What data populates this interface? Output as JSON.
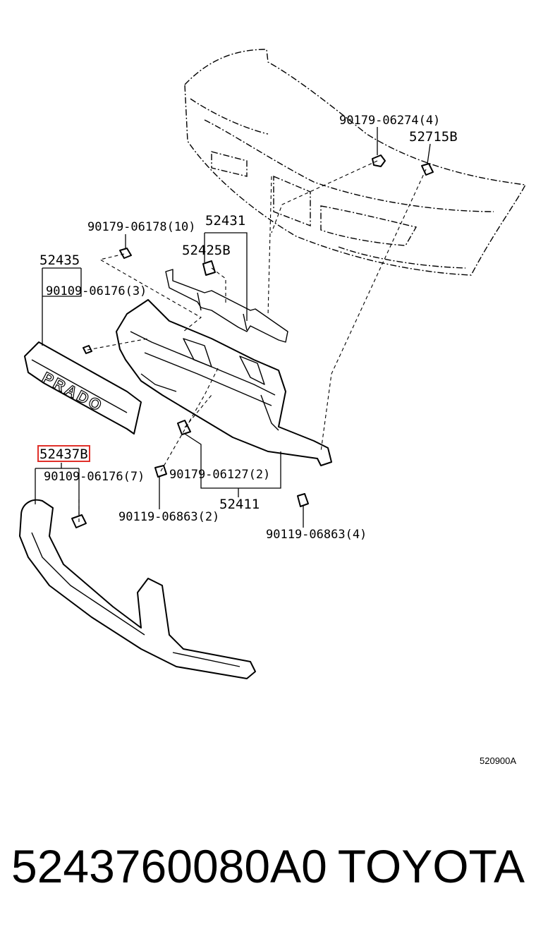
{
  "diagram": {
    "callouts": {
      "c_90179_06274": "90179-06274(4)",
      "c_52715B": "52715B",
      "c_90179_06178": "90179-06178(10)",
      "c_52431": "52431",
      "c_52425B": "52425B",
      "c_52435": "52435",
      "c_90109_06176_3": "90109-06176(3)",
      "c_52437B": "52437B",
      "c_90109_06176_7": "90109-06176(7)",
      "c_90179_06127": "90179-06127(2)",
      "c_52411": "52411",
      "c_90119_06863_2": "90119-06863(2)",
      "c_90119_06863_4": "90119-06863(4)"
    },
    "embossed_text": "PRADO",
    "drawing_code": "520900A",
    "highlight_color": "#e0302a"
  },
  "footer": {
    "part_number": "5243760080A0",
    "brand": "TOYOTA"
  }
}
